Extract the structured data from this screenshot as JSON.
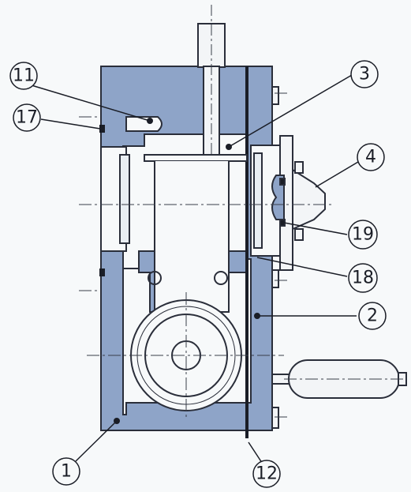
{
  "colors": {
    "body_fill": "#8ea4c8",
    "outline": "#2a2e3a",
    "background": "#f7f9fa",
    "centerline": "#3a3e4a"
  },
  "callouts": [
    {
      "id": "c11",
      "label": "11"
    },
    {
      "id": "c17",
      "label": "17"
    },
    {
      "id": "c3",
      "label": "3"
    },
    {
      "id": "c4",
      "label": "4"
    },
    {
      "id": "c19",
      "label": "19"
    },
    {
      "id": "c18",
      "label": "18"
    },
    {
      "id": "c2",
      "label": "2"
    },
    {
      "id": "c1",
      "label": "1"
    },
    {
      "id": "c12",
      "label": "12"
    }
  ]
}
